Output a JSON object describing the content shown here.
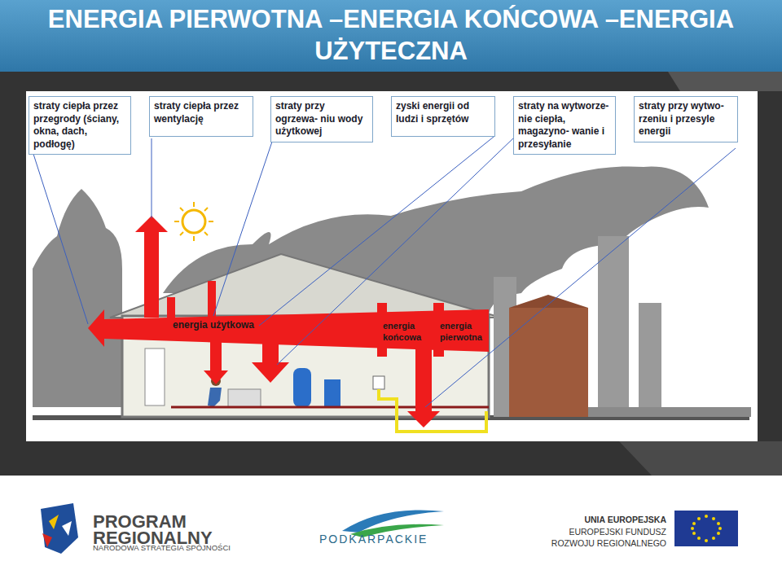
{
  "diagram": {
    "title": "ENERGIA PIERWOTNA –ENERGIA KOŃCOWA –ENERGIA UŻYTECZNA",
    "nodes": [
      {
        "text": [
          "straty ciepła przez przegrody (ściany, okna, dach, podłogę)"
        ]
      },
      {
        "text": [
          "straty ciepła przez wentylację"
        ]
      },
      {
        "text": [
          "straty przy ogrzewa- niu wody użytkowej"
        ]
      },
      {
        "text": [
          "zyski energii od ludzi i sprzętów"
        ]
      },
      {
        "text": [
          "straty na wytworze- nie ciepła, magazyno- wanie i przesyłanie"
        ]
      },
      {
        "text": [
          "straty przy wytwo- rzeniu i przesyle energii"
        ]
      }
    ],
    "labels": [
      "energia użytkowa",
      "energia końcowa",
      "energia pierwotna",
      "PROGRAM",
      "REGIONALNY",
      "NARODOWA STRATEGIA SPÓJNOŚCI",
      "PODKARPACKIE",
      "UNIA EUROPEJSKA",
      "EUROPEJSKI FUNDUSZ",
      "ROZWOJU REGIONALNEGO"
    ]
  }
}
